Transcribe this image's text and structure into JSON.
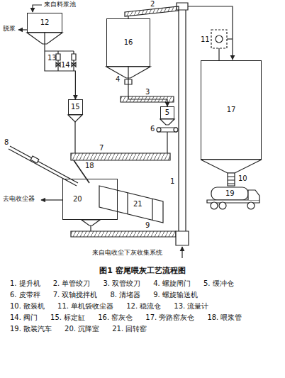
{
  "diagram": {
    "caption": "图1 窑尾喂灰工艺流程图",
    "nodes": [
      {
        "text": [
          "12"
        ]
      },
      {
        "text": [
          "16"
        ]
      },
      {
        "text": [
          "15"
        ]
      },
      {
        "text": [
          "5"
        ]
      },
      {
        "text": [
          "20"
        ]
      },
      {
        "text": [
          "17"
        ]
      }
    ],
    "edges": [
      {
        "from": 0,
        "to": 2,
        "arrow": "to"
      },
      {
        "from": 1,
        "to": 3,
        "arrow": "to"
      }
    ],
    "labels": [
      "来自料浆池",
      "脱浆",
      "13",
      "14",
      "4",
      "3",
      "2",
      "11",
      "6",
      "7",
      "8",
      "18",
      "去电收尘器",
      "21",
      "9",
      "1",
      "10",
      "19",
      "来自电收尘下灰收集系统",
      "1. 提升机",
      "2. 单管绞刀",
      "3. 双管绞刀",
      "4. 螺旋闸门",
      "5. 缓冲仓",
      "6. 皮带秤",
      "7. 双轴搅拌机",
      "8. 清堵器",
      "9. 螺旋输送机",
      "10. 散装机",
      "11. 单机袋收尘器",
      "12. 稳流仓",
      "13. 流量计",
      "14. 阀门",
      "15. 标定缸",
      "16. 窑灰仓",
      "17. 旁路窑灰仓",
      "18. 喂浆管",
      "19. 散装汽车",
      "20. 沉降室",
      "21. 回转窑"
    ]
  }
}
